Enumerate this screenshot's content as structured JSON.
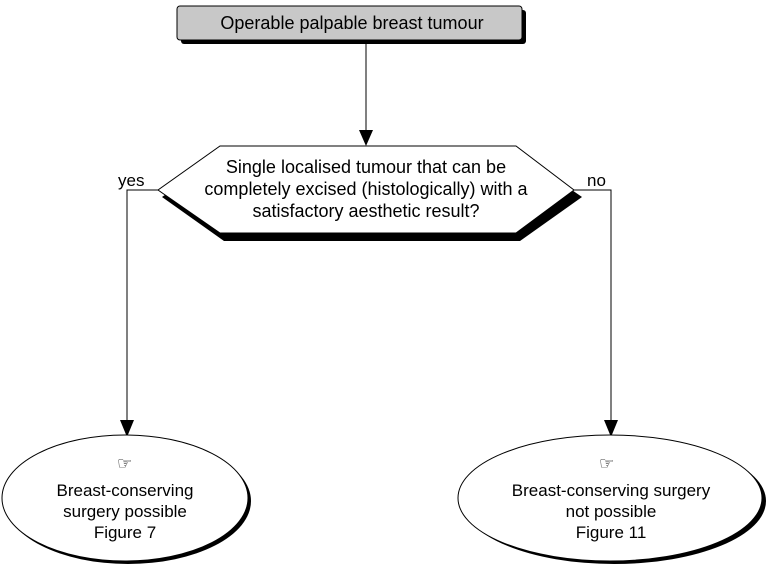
{
  "nodes": {
    "start": {
      "label": "Operable palpable breast tumour",
      "fill": "#c8c8c8"
    },
    "decision": {
      "lines": [
        "Single localised tumour that can be",
        "completely excised (histologically) with a",
        "satisfactory aesthetic result?"
      ]
    },
    "outcome_yes": {
      "icon": "pointing-hand-icon",
      "lines": [
        "Breast-conserving",
        "surgery possible",
        "Figure 7"
      ]
    },
    "outcome_no": {
      "icon": "pointing-hand-icon",
      "lines": [
        "Breast-conserving surgery",
        "not possible",
        "Figure 11"
      ]
    }
  },
  "edges": {
    "yes_label": "yes",
    "no_label": "no"
  },
  "colors": {
    "stroke": "#000000",
    "shadow": "#000000",
    "background": "#ffffff"
  }
}
